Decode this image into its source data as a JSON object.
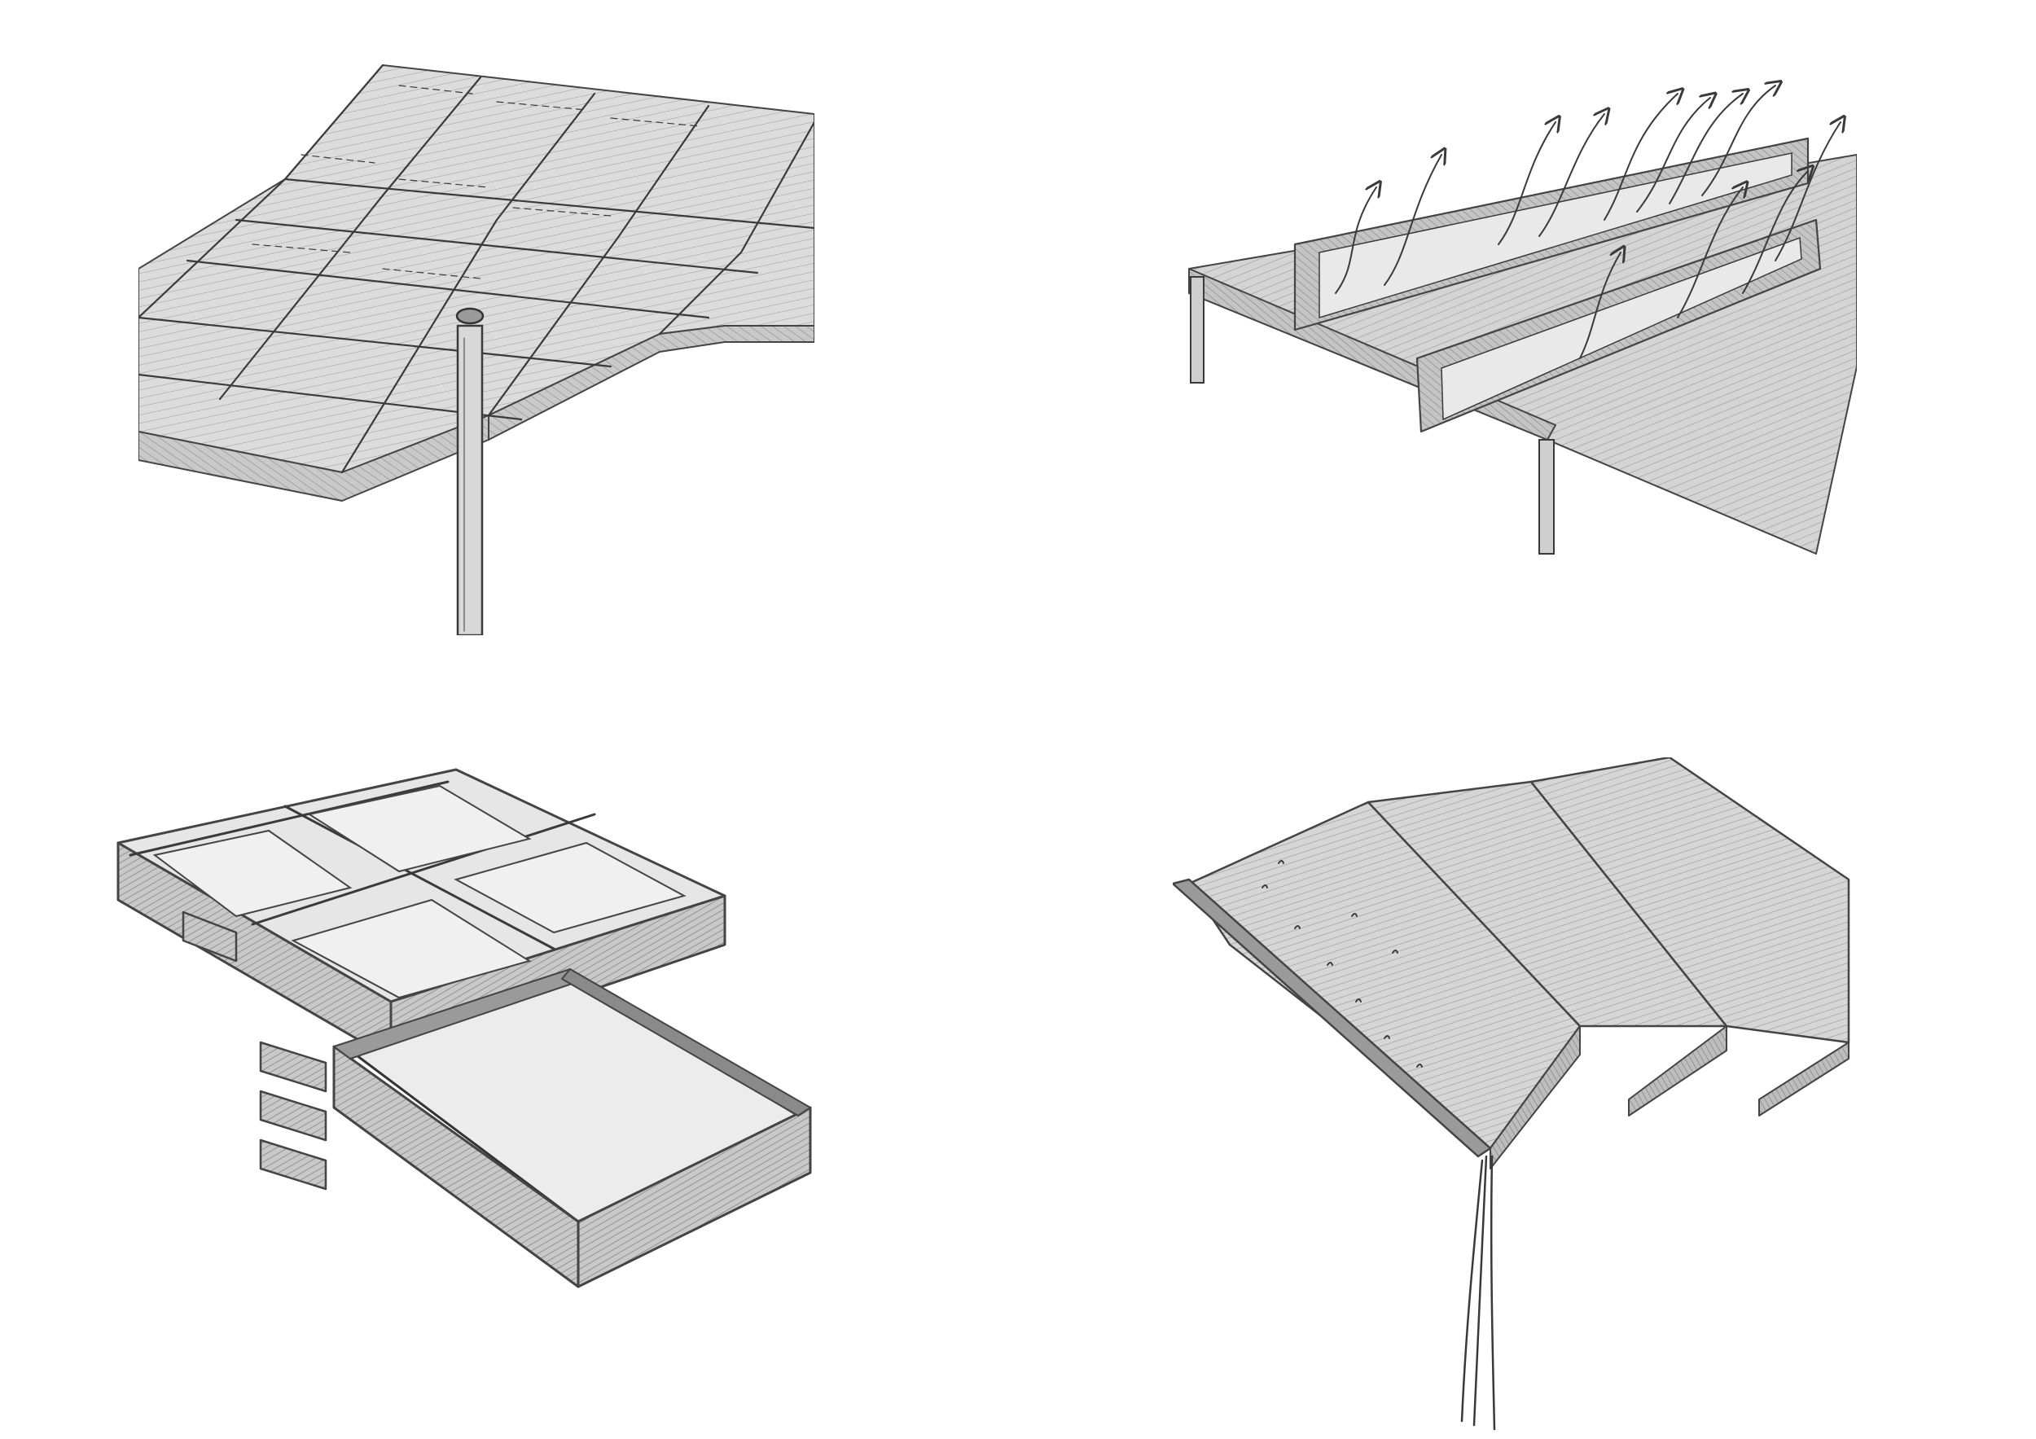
{
  "sketches": [
    {
      "id": "roof-grid",
      "subject": "grid-of-square-tray-panels-on-column",
      "icon": "tray-grid-sketch"
    },
    {
      "id": "vent-roof",
      "subject": "roof-with-vent-rails-and-airflow-arrows",
      "icon": "airflow-roof-sketch"
    },
    {
      "id": "tray-stack",
      "subject": "stacked-open-square-trays",
      "icon": "tray-stack-sketch"
    },
    {
      "id": "sawtooth",
      "subject": "sawtooth-roof-slabs-with-drain-cable",
      "icon": "sawtooth-roof-sketch"
    }
  ],
  "colors": {
    "background": "#ffffff",
    "pencil": "#3a3a3a",
    "face_light": "#e8e8e8",
    "face_mid": "#d2d2d2",
    "face_dark": "#b8b8b8"
  }
}
